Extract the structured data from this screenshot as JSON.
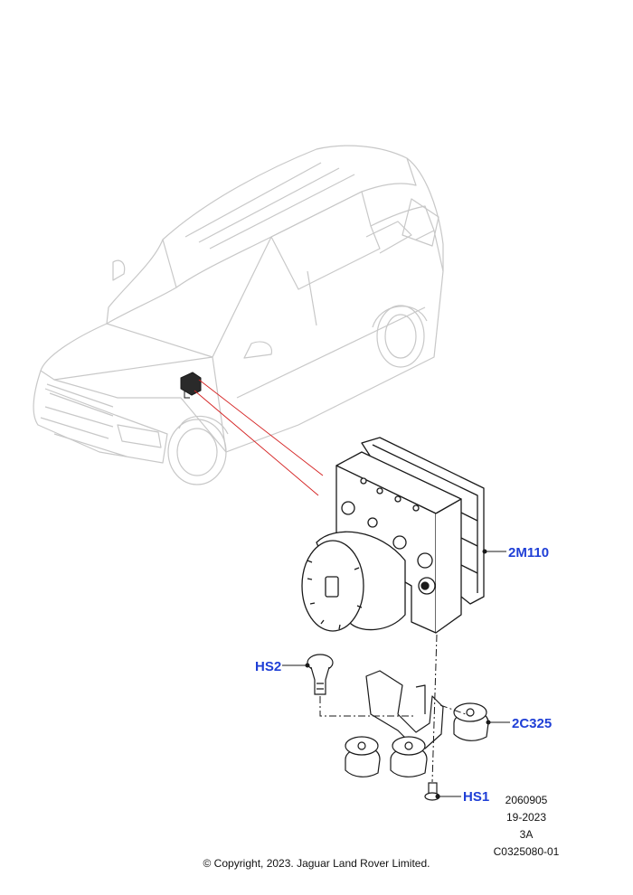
{
  "callouts": {
    "module": "2M110",
    "hs2": "HS2",
    "connector": "2C325",
    "hs1": "HS1"
  },
  "meta": {
    "line1": "2060905",
    "line2": "19-2023",
    "line3": "3A",
    "line4": "C0325080-01"
  },
  "copyright": "© Copyright, 2023. Jaguar Land Rover Limited.",
  "colors": {
    "callout": "#1f3fd6",
    "leader_red": "#d42020",
    "vehicle_outline": "#c8c8c8",
    "part_outline": "#1a1a1a"
  }
}
